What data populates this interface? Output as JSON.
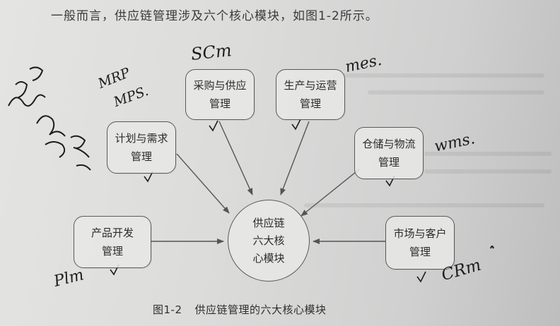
{
  "intro_text": "一般而言，供应链管理涉及六个核心模块，如图1-2所示。",
  "modules": {
    "procurement": [
      "采购与供应",
      "管理"
    ],
    "production": [
      "生产与运营",
      "管理"
    ],
    "planning": [
      "计划与需求",
      "管理"
    ],
    "warehouse": [
      "仓储与物流",
      "管理"
    ],
    "product": [
      "产品开发",
      "管理"
    ],
    "market": [
      "市场与客户",
      "管理"
    ]
  },
  "center": [
    "供应链",
    "六大核",
    "心模块"
  ],
  "caption": {
    "figure": "图1-2",
    "title": "供应链管理的六大核心模块"
  },
  "handwriting": {
    "scm": "SCm",
    "mes": "mes.",
    "mrp": "MRP",
    "mps": "MPS.",
    "wms": "wms.",
    "plm": "Plm",
    "crm": "CRm"
  },
  "colors": {
    "ink": "#2b2b2b",
    "line": "#5a5a5a",
    "paper": "#dedede"
  }
}
